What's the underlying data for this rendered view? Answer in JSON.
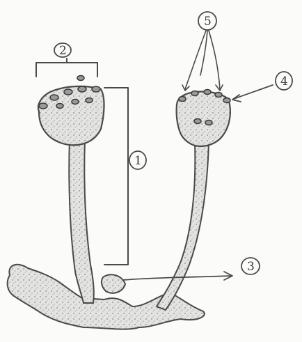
{
  "labels": {
    "one": "1",
    "two": "2",
    "three": "3",
    "four": "4",
    "five": "5"
  },
  "colors": {
    "ink": "#4a4a4a",
    "fill": "#dcdcdc",
    "paper": "#fbfbf9"
  }
}
